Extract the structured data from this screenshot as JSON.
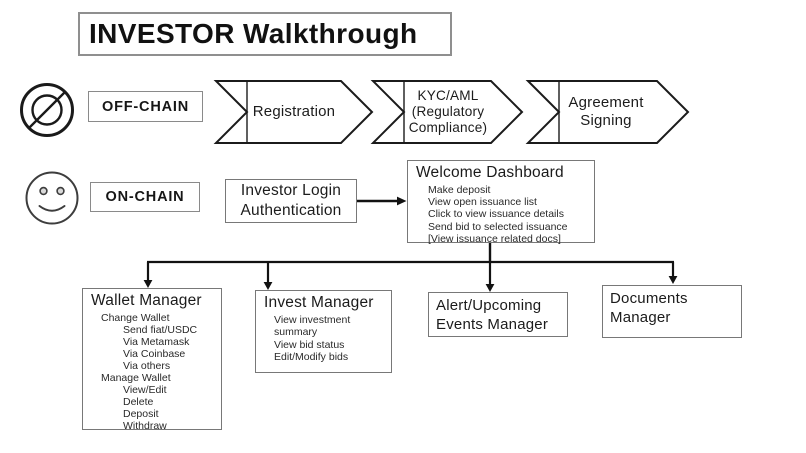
{
  "page": {
    "title": "INVESTOR Walkthrough"
  },
  "lanes": {
    "offchain": {
      "label": "OFF-CHAIN",
      "icon": "prohibition-icon"
    },
    "onchain": {
      "label": "ON-CHAIN",
      "icon": "smiley-face-icon"
    }
  },
  "process_steps": {
    "registration": "Registration",
    "kyc": "KYC/AML (Regulatory Compliance)",
    "agreement": "Agreement Signing"
  },
  "login_box": {
    "label": "Investor Login Authentication"
  },
  "welcome_dashboard": {
    "title": "Welcome Dashboard",
    "items": [
      "Make deposit",
      "View open issuance list",
      "Click to view issuance details",
      "Send bid to selected issuance",
      "[View issuance related docs]"
    ]
  },
  "wallet_manager": {
    "title": "Wallet Manager",
    "items": [
      {
        "text": "Change Wallet",
        "level": 1
      },
      {
        "text": "Send fiat/USDC",
        "level": 2
      },
      {
        "text": "Via Metamask",
        "level": 2
      },
      {
        "text": "Via Coinbase",
        "level": 2
      },
      {
        "text": "Via others",
        "level": 2
      },
      {
        "text": "Manage Wallet",
        "level": 1
      },
      {
        "text": "View/Edit",
        "level": 2
      },
      {
        "text": "Delete",
        "level": 2
      },
      {
        "text": "Deposit",
        "level": 2
      },
      {
        "text": "Withdraw",
        "level": 2
      }
    ]
  },
  "invest_manager": {
    "title": "Invest Manager",
    "items": [
      "View investment summary",
      "View bid status",
      "Edit/Modify bids"
    ]
  },
  "alert_manager": {
    "title": "Alert/Upcoming Events Manager"
  },
  "documents_manager": {
    "title": "Documents Manager"
  },
  "colors": {
    "shape_outline": "#1b1b1b",
    "box_outline": "#787878",
    "text": "#1c1c1c",
    "background": "#ffffff"
  }
}
